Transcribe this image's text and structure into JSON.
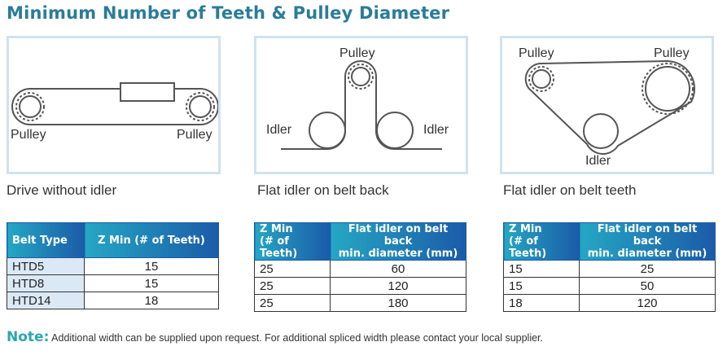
{
  "title": "Minimum Number of Teeth & Pulley Diameter",
  "panels": [
    {
      "caption": "Drive without idler",
      "label_left": "Pulley",
      "label_right": "Pulley"
    },
    {
      "caption": "Flat idler on belt back",
      "label_top": "Pulley",
      "label_left": "Idler",
      "label_right": "Idler"
    },
    {
      "caption": "Flat idler on belt teeth",
      "label_left": "Pulley",
      "label_right": "Pulley",
      "label_bottom": "Idler"
    }
  ],
  "table1": {
    "headers": [
      "Belt Type",
      "Z Min (# of Teeth)"
    ],
    "rows": [
      [
        "HTD5",
        "15"
      ],
      [
        "HTD8",
        "15"
      ],
      [
        "HTD14",
        "18"
      ]
    ]
  },
  "table2": {
    "headers": [
      "Z Min\n(# of Teeth)",
      "Flat idler on belt back\nmin. diameter (mm)"
    ],
    "rows": [
      [
        "25",
        "60"
      ],
      [
        "25",
        "120"
      ],
      [
        "25",
        "180"
      ]
    ]
  },
  "table3": {
    "headers": [
      "Z Min\n(# of Teeth)",
      "Flat idler on belt back\nmin. diameter (mm)"
    ],
    "rows": [
      [
        "15",
        "25"
      ],
      [
        "15",
        "50"
      ],
      [
        "18",
        "120"
      ]
    ]
  },
  "note": {
    "label": "Note:",
    "text": " Additional width can be supplied upon request. For additional spliced width please contact your local supplier."
  }
}
